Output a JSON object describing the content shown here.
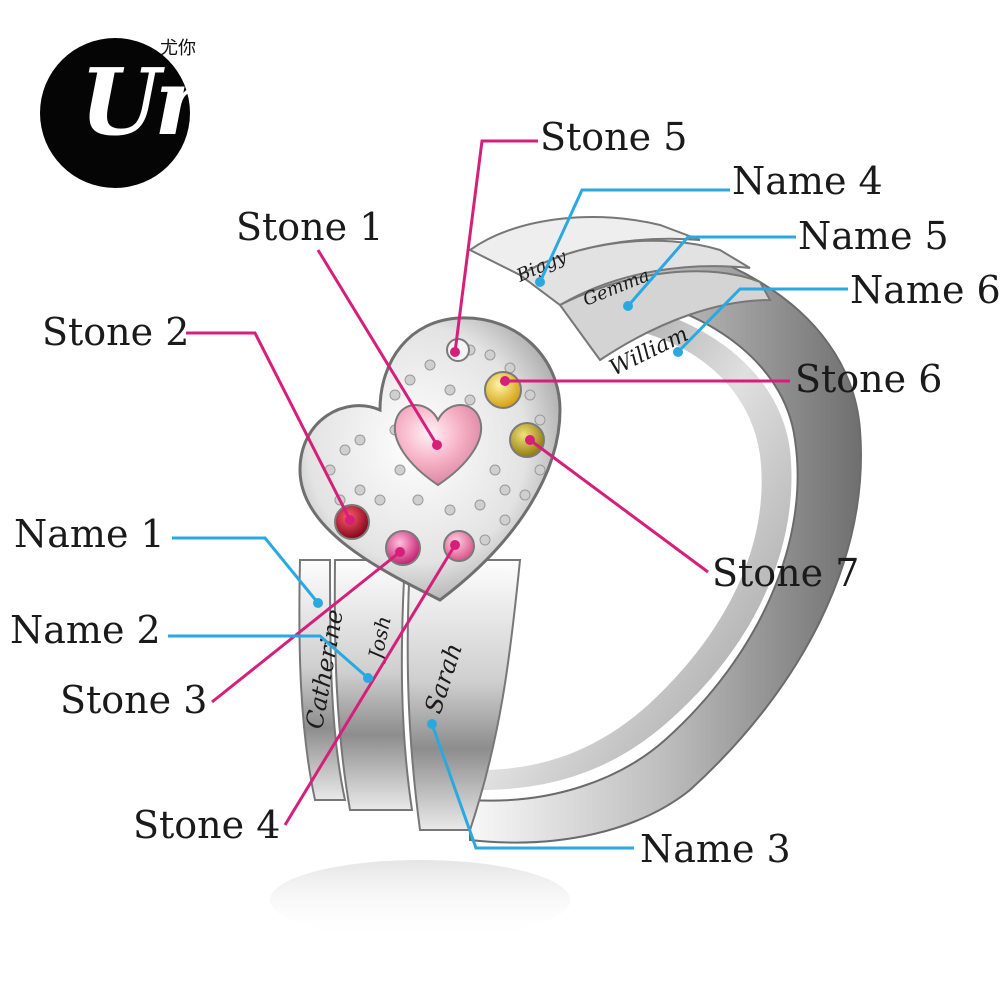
{
  "logo": {
    "text": "Uny",
    "chinese": "尤你"
  },
  "labels": {
    "stone1": "Stone 1",
    "stone2": "Stone 2",
    "stone3": "Stone 3",
    "stone4": "Stone 4",
    "stone5": "Stone 5",
    "stone6": "Stone 6",
    "stone7": "Stone 7",
    "name1": "Name 1",
    "name2": "Name 2",
    "name3": "Name 3",
    "name4": "Name 4",
    "name5": "Name 5",
    "name6": "Name 6"
  },
  "engravings": {
    "name1": "Catherine",
    "name2": "Josh",
    "name3": "Sarah",
    "name4": "Biggy",
    "name5": "Gemma",
    "name6": "William"
  },
  "colors": {
    "stone_leader": "#d61f7a",
    "name_leader": "#2aa9e0",
    "stone1": "#f7b3c8",
    "stone2": "#a3001e",
    "stone3": "#e8338a",
    "stone4": "#f07aa6",
    "stone5": "#f4f4f4",
    "stone6": "#f2c21a",
    "stone7": "#c9a615"
  }
}
